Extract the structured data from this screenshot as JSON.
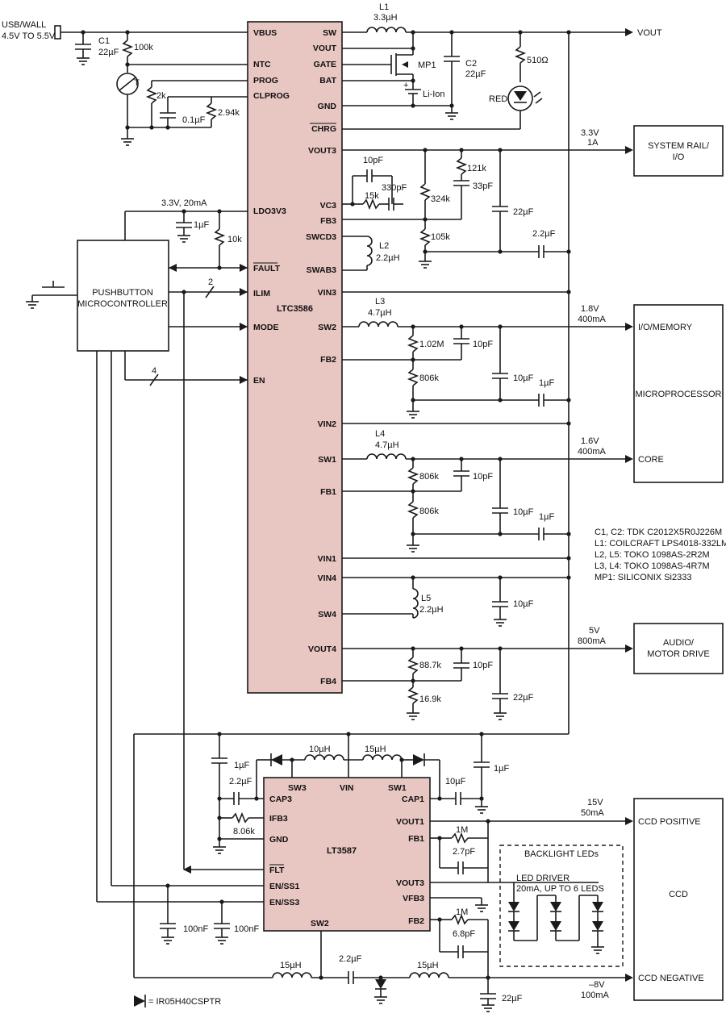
{
  "ltc3586": {
    "name": "LTC3586",
    "left_pins": [
      "VBUS",
      "NTC",
      "PROG",
      "CLPROG",
      "LDO3V3",
      "FAULT",
      "ILIM",
      "MODE",
      "EN"
    ],
    "right_pins": [
      "SW",
      "VOUT",
      "GATE",
      "BAT",
      "GND",
      "CHRG",
      "VOUT3",
      "VC3",
      "FB3",
      "SWCD3",
      "SWAB3",
      "VIN3",
      "SW2",
      "FB2",
      "VIN2",
      "SW1",
      "FB1",
      "VIN1",
      "VIN4",
      "SW4",
      "VOUT4",
      "FB4"
    ]
  },
  "lt3587": {
    "name": "LT3587",
    "pins": [
      "SW3",
      "VIN",
      "SW1",
      "CAP3",
      "IFB3",
      "GND",
      "FLT",
      "EN/SS1",
      "EN/SS3",
      "SW2",
      "CAP1",
      "VOUT1",
      "FB1",
      "VOUT3",
      "VFB3",
      "FB2"
    ]
  },
  "inputs": {
    "usb_label": "USB/WALL",
    "usb_range": "4.5V TO 5.5V"
  },
  "blocks": {
    "pushbutton_line1": "PUSHBUTTON",
    "pushbutton_line2": "MICROCONTROLLER",
    "system_rail_line1": "SYSTEM RAIL/",
    "system_rail_line2": "I/O",
    "microprocessor": "MICROPROCESSOR",
    "io_memory": "I/O/MEMORY",
    "core": "CORE",
    "audio_line1": "AUDIO/",
    "audio_line2": "MOTOR DRIVE",
    "ccd": "CCD",
    "ccd_positive": "CCD POSITIVE",
    "ccd_negative": "CCD NEGATIVE",
    "backlight": "BACKLIGHT LEDs",
    "led_driver_line1": "LED DRIVER",
    "led_driver_line2": "20mA, UP TO 6 LEDS"
  },
  "rails": {
    "vout": "VOUT",
    "r3_v": "3.3V",
    "r3_i": "1A",
    "r2_v": "1.8V",
    "r2_i": "400mA",
    "r1_v": "1.6V",
    "r1_i": "400mA",
    "r4_v": "5V",
    "r4_i": "800mA",
    "pos_v": "15V",
    "pos_i": "50mA",
    "neg_v": "–8V",
    "neg_i": "100mA",
    "ldo": "3.3V, 20mA"
  },
  "components": {
    "L1": "L1",
    "L1v": "3.3µH",
    "C1": "C1",
    "C1v": "22µF",
    "C2": "C2",
    "C2v": "22µF",
    "R100k": "100k",
    "T": "T",
    "R2k": "2k",
    "C01": "0.1µF",
    "R294": "2.94k",
    "MP1": "MP1",
    "liion": "Li-Ion",
    "plus": "+",
    "R510": "510Ω",
    "red": "RED",
    "C10p": "10pF",
    "R15k": "15k",
    "C330": "330pF",
    "R121k": "121k",
    "C33p": "33pF",
    "R324k": "324k",
    "C22a": "22µF",
    "L2": "L2",
    "L2v": "2.2µH",
    "R105k": "105k",
    "C22b": "2.2µF",
    "C1u_ldo": "1µF",
    "R10k": "10k",
    "bus2": "2",
    "bus4": "4",
    "L3": "L3",
    "L3v": "4.7µH",
    "R102M": "1.02M",
    "C10pB": "10pF",
    "R806a": "806k",
    "C10uA": "10µF",
    "C1uA": "1µF",
    "L4": "L4",
    "L4v": "4.7µH",
    "R806b": "806k",
    "C10pC": "10pF",
    "R806c": "806k",
    "C10uB": "10µF",
    "C1uB": "1µF",
    "L5": "L5",
    "L5v": "2.2µH",
    "C10uC": "10µF",
    "R887": "88.7k",
    "C10pD": "10pF",
    "R169": "16.9k",
    "C22c": "22µF",
    "L10u": "10µH",
    "L15u": "15µH",
    "C1uC": "1µF",
    "C22d": "2.2µF",
    "C1uD": "1µF",
    "C10uD": "10µF",
    "R806k": "8.06k",
    "R1Ma": "1M",
    "C27p": "2.7pF",
    "R1Mb": "1M",
    "C68p": "6.8pF",
    "C100a": "100nF",
    "C100b": "100nF",
    "L15a": "15µH",
    "C22e": "2.2µF",
    "L15b": "15µH",
    "C22f": "22µF"
  },
  "bom": [
    "C1, C2: TDK C2012X5R0J226M",
    "L1: COILCRAFT LPS4018-332LM",
    "L2, L5: TOKO 1098AS-2R2M",
    "L3, L4: TOKO 1098AS-4R7M",
    "MP1: SILICONIX Si2333"
  ],
  "diode_legend": "= IR05H40CSPTR"
}
